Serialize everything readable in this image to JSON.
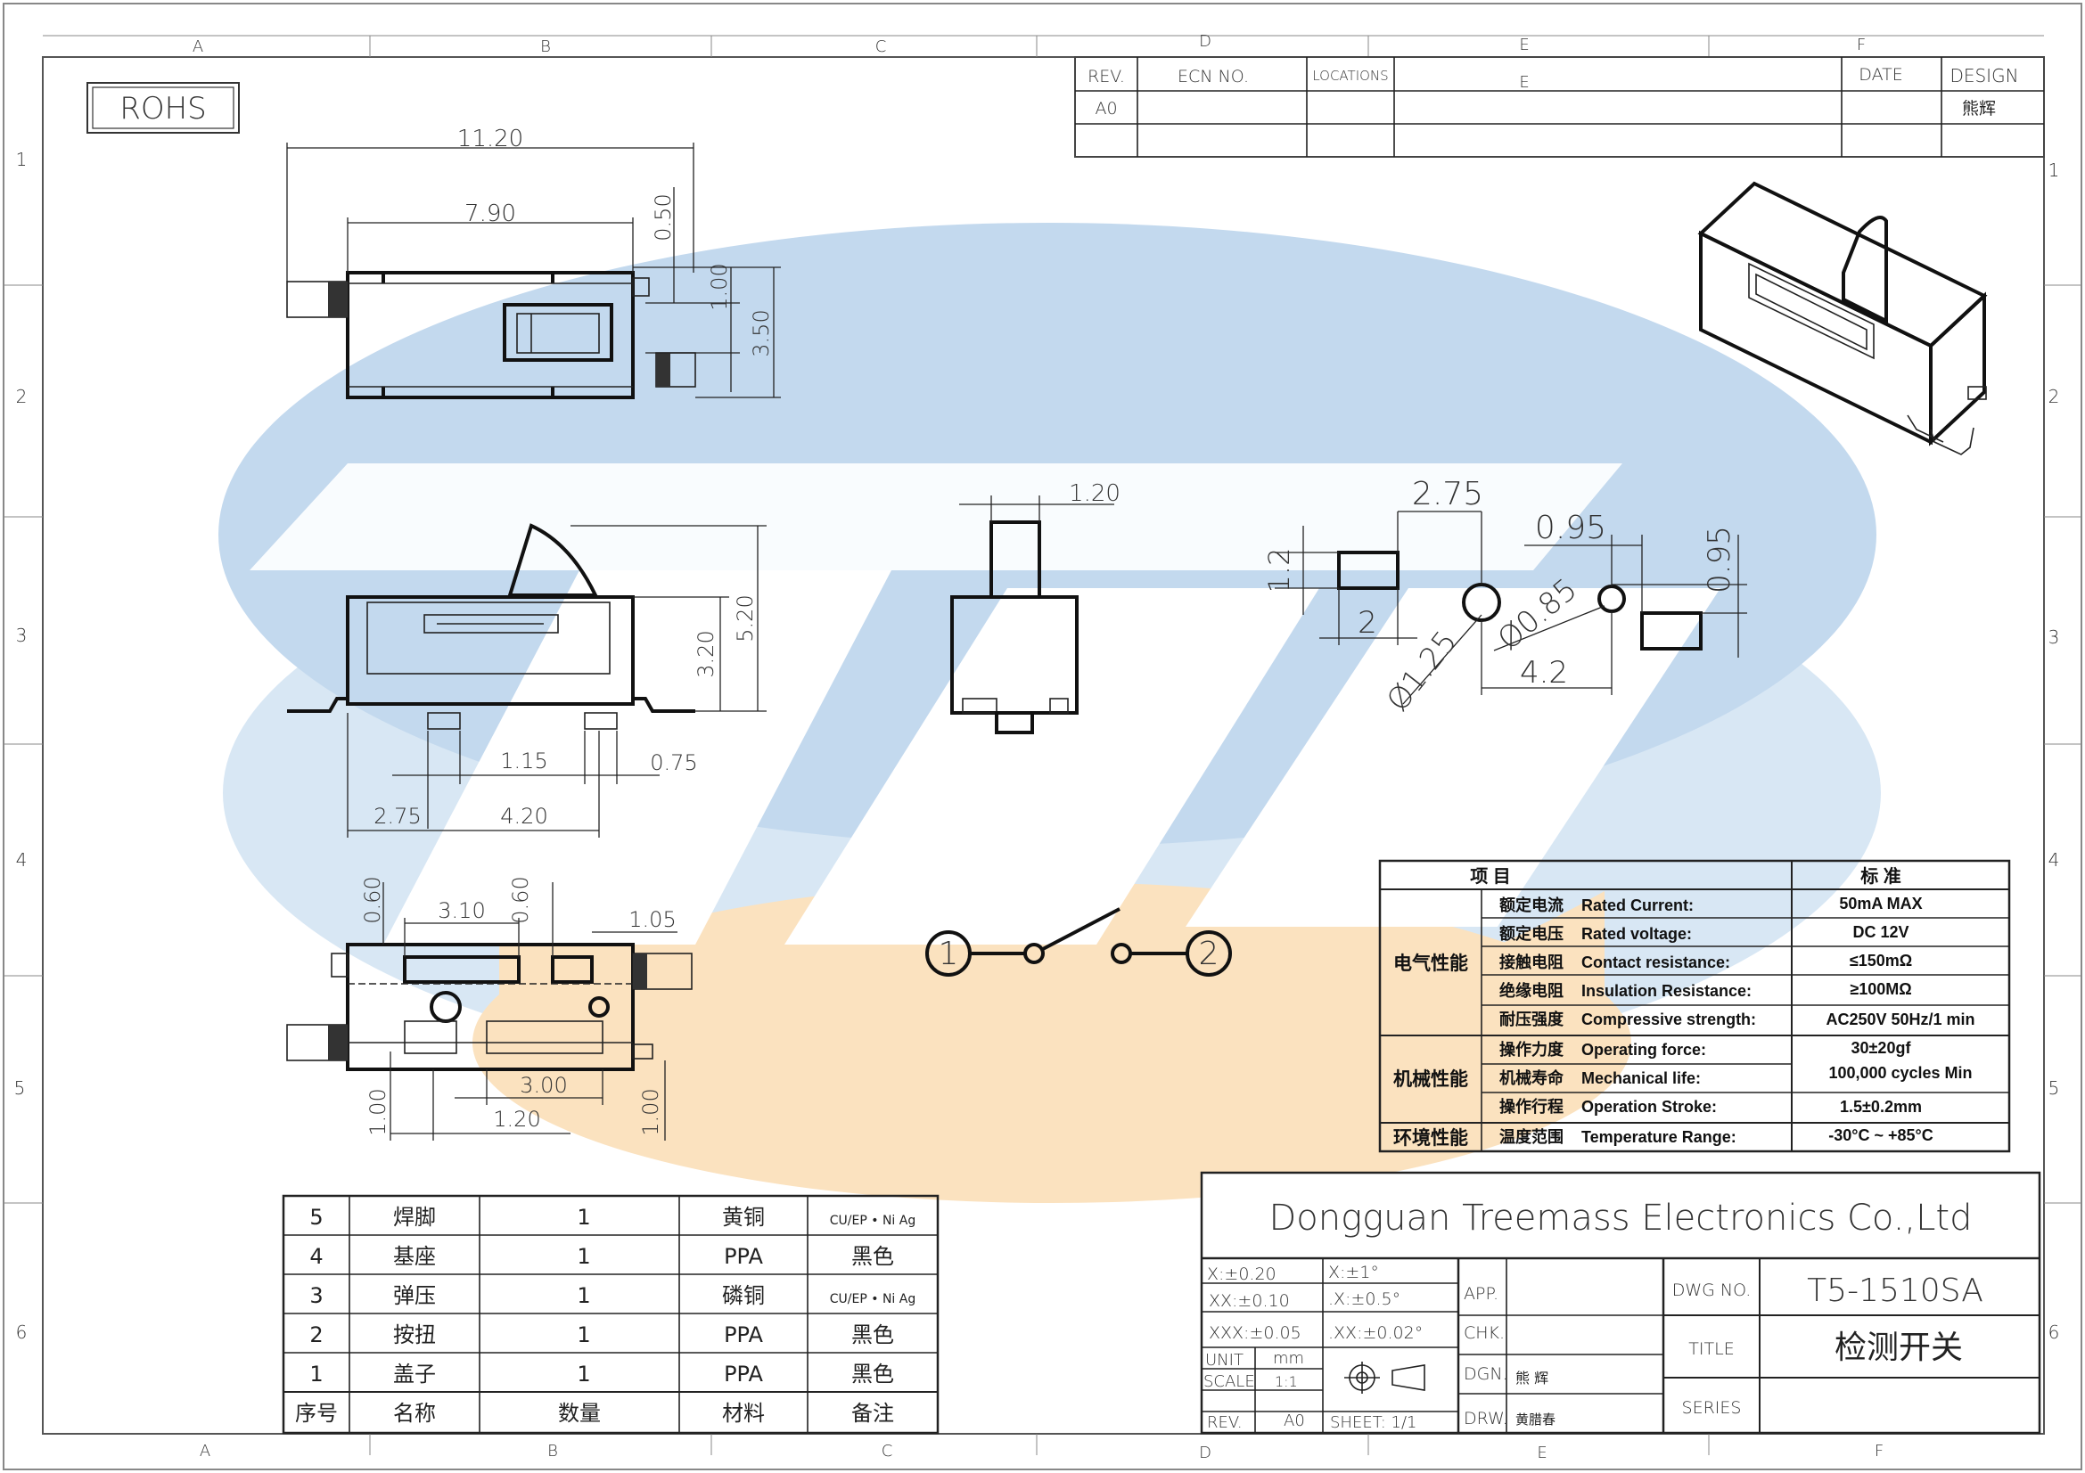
{
  "frame": {
    "cols": [
      "A",
      "B",
      "C",
      "D",
      "E",
      "F"
    ],
    "rows": [
      "1",
      "2",
      "3",
      "4",
      "5",
      "6"
    ]
  },
  "rohs": "ROHS",
  "revision_block": {
    "headers": [
      "REV.",
      "ECN NO.",
      "LOCATIONS",
      "E",
      "DATE",
      "DESIGN"
    ],
    "rev": "A0",
    "design": "熊辉"
  },
  "top_view_dims": {
    "overall_length": "11.20",
    "body_length": "7.90",
    "gap_top": "0.50",
    "pin_width": "1.00",
    "height": "3.50"
  },
  "side_view_dims": {
    "total_height": "5.20",
    "body_height": "3.20",
    "pad_spacing": "1.15",
    "pad_width": "0.75",
    "offset": "2.75",
    "span": "4.20"
  },
  "bottom_view_dims": {
    "left": "0.60",
    "center": "3.10",
    "right": "0.60",
    "tab": "1.05",
    "slot": "3.00",
    "pin_bottom_left": "1.00",
    "pin_pitch": "1.20",
    "pin_bottom_right": "1.00"
  },
  "front_view_dims": {
    "actuator_width": "1.20"
  },
  "pcb_layout_dims": {
    "pad_height": "1.2",
    "pad_width": "2",
    "spacing": "2.75",
    "dia_large": "Ø1.25",
    "dia_small": "Ø0.85",
    "pitch_small": "0.95",
    "pitch_vertical": "0.95",
    "distance": "4.2"
  },
  "schematic": {
    "pin1": "1",
    "pin2": "2"
  },
  "spec_table": {
    "header_item": "项  目",
    "header_std": "标  准",
    "groups": [
      {
        "name": "电气性能",
        "rows": [
          {
            "cn": "额定电流",
            "en": "Rated Current:",
            "value": "50mA MAX"
          },
          {
            "cn": "额定电压",
            "en": "Rated voltage:",
            "value": "DC 12V"
          },
          {
            "cn": "接触电阻",
            "en": "Contact resistance:",
            "value": "≤150mΩ"
          },
          {
            "cn": "绝缘电阻",
            "en": "Insulation Resistance:",
            "value": "≥100MΩ"
          },
          {
            "cn": "耐压强度",
            "en": "Compressive strength:",
            "value": "AC250V  50Hz/1 min"
          }
        ]
      },
      {
        "name": "机械性能",
        "rows": [
          {
            "cn": "操作力度",
            "en": "Operating force:",
            "value": "30±20gf"
          },
          {
            "cn": "机械寿命",
            "en": "Mechanical life:",
            "value": "100,000 cycles Min"
          },
          {
            "cn": "操作行程",
            "en": "Operation Stroke:",
            "value": "1.5±0.2mm"
          }
        ]
      },
      {
        "name": "环境性能",
        "rows": [
          {
            "cn": "温度范围",
            "en": "Temperature Range:",
            "value": "-30°C ~ +85°C"
          }
        ]
      }
    ]
  },
  "bom": {
    "headers": [
      "序号",
      "名称",
      "数量",
      "材料",
      "备注"
    ],
    "rows": [
      {
        "no": "5",
        "name": "焊脚",
        "qty": "1",
        "mat": "黄铜",
        "note": "CU/EP • Ni   Ag"
      },
      {
        "no": "4",
        "name": "基座",
        "qty": "1",
        "mat": "PPA",
        "note": "黑色"
      },
      {
        "no": "3",
        "name": "弹压",
        "qty": "1",
        "mat": "磷铜",
        "note": "CU/EP • Ni   Ag"
      },
      {
        "no": "2",
        "name": "按扭",
        "qty": "1",
        "mat": "PPA",
        "note": "黑色"
      },
      {
        "no": "1",
        "name": "盖子",
        "qty": "1",
        "mat": "PPA",
        "note": "黑色"
      }
    ]
  },
  "title_block": {
    "company": "Dongguan Treemass Electronics Co.,Ltd",
    "tol_x": "X:±0.20",
    "tol_ang1": "X:±1°",
    "tol_xx": "XX:±0.10",
    "tol_ang2": ".X:±0.5°",
    "tol_xxx": "XXX:±0.05",
    "tol_ang3": ".XX:±0.02°",
    "unit_label": "UNIT",
    "unit": "mm",
    "scale_label": "SCALE",
    "scale": "1:1",
    "rev_label": "REV.",
    "rev": "A0",
    "sheet": "SHEET:  1/1",
    "app": "APP.",
    "chk": "CHK.",
    "dgn": "DGN.",
    "drw": "DRW.",
    "dgn_name": "熊 辉",
    "drw_name": "黄腊春",
    "dwg_no_label": "DWG NO.",
    "dwg_no": "T5-1510SA",
    "title_label": "TITLE",
    "title": "检测开关",
    "series_label": "SERIES"
  }
}
